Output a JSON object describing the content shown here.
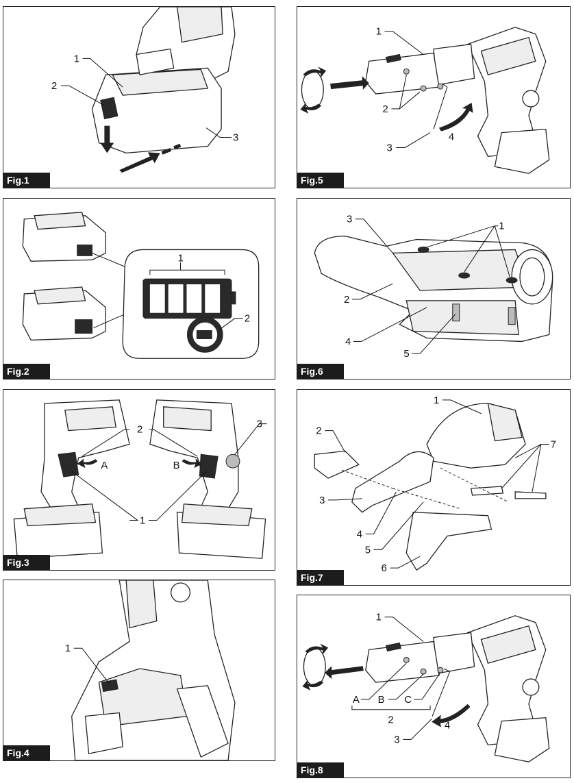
{
  "figures": [
    {
      "label": "Fig.1",
      "callouts": [
        "1",
        "2",
        "3"
      ]
    },
    {
      "label": "Fig.2",
      "callouts": [
        "1",
        "2"
      ]
    },
    {
      "label": "Fig.3",
      "callouts": [
        "2",
        "3",
        "A",
        "B",
        "1"
      ]
    },
    {
      "label": "Fig.4",
      "callouts": [
        "1"
      ]
    },
    {
      "label": "Fig.5",
      "callouts": [
        "1",
        "2",
        "3",
        "4"
      ]
    },
    {
      "label": "Fig.6",
      "callouts": [
        "3",
        "1",
        "2",
        "4",
        "5"
      ]
    },
    {
      "label": "Fig.7",
      "callouts": [
        "1",
        "2",
        "7",
        "3",
        "4",
        "5",
        "6"
      ]
    },
    {
      "label": "Fig.8",
      "callouts": [
        "1",
        "A",
        "B",
        "C",
        "2",
        "3",
        "4"
      ]
    }
  ]
}
